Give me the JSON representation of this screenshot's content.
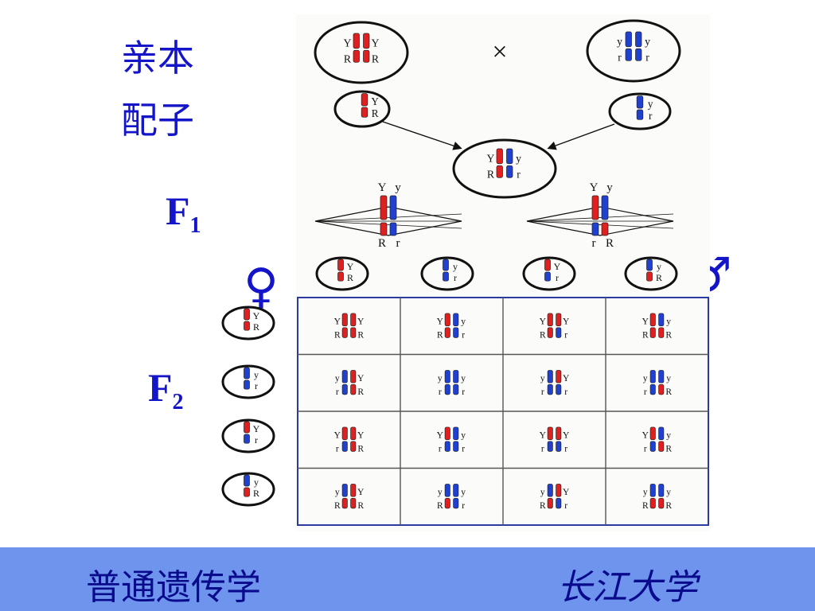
{
  "labels": {
    "parent": "亲本",
    "gamete": "配子",
    "f1_letter": "F",
    "f1_sub": "1",
    "f2_letter": "F",
    "f2_sub": "2",
    "female_symbol": "♀",
    "male_symbol": "♂",
    "cross": "×"
  },
  "footer": {
    "title": "普通遗传学",
    "school": "长江大学"
  },
  "colors": {
    "dominant": "#e02020",
    "recessive": "#2040d0",
    "label_blue": "#1414c8",
    "footer_bg": "#6e94ee"
  },
  "parents": [
    {
      "top": [
        "Y",
        "Y"
      ],
      "bottom": [
        "R",
        "R"
      ],
      "colors": [
        "red",
        "red"
      ]
    },
    {
      "top": [
        "y",
        "y"
      ],
      "bottom": [
        "r",
        "r"
      ],
      "colors": [
        "blue",
        "blue"
      ]
    }
  ],
  "parent_gametes": [
    {
      "top": "Y",
      "bottom": "R",
      "color": "red"
    },
    {
      "top": "y",
      "bottom": "r",
      "color": "blue"
    }
  ],
  "f1": {
    "top": [
      "Y",
      "y"
    ],
    "bottom": [
      "R",
      "r"
    ],
    "colors": [
      "red",
      "blue"
    ]
  },
  "meiosis": [
    {
      "top": [
        "Y",
        "y"
      ],
      "bottom": [
        "R",
        "r"
      ]
    },
    {
      "top": [
        "Y",
        "y"
      ],
      "bottom": [
        "r",
        "R"
      ]
    }
  ],
  "male_gametes": [
    {
      "top": "Y",
      "bottom": "R"
    },
    {
      "top": "y",
      "bottom": "r"
    },
    {
      "top": "Y",
      "bottom": "r"
    },
    {
      "top": "y",
      "bottom": "R"
    }
  ],
  "female_gametes": [
    {
      "top": "Y",
      "bottom": "R"
    },
    {
      "top": "y",
      "bottom": "r"
    },
    {
      "top": "Y",
      "bottom": "r"
    },
    {
      "top": "y",
      "bottom": "R"
    }
  ],
  "f2_grid": [
    [
      {
        "top": [
          "Y",
          "Y"
        ],
        "bottom": [
          "R",
          "R"
        ]
      },
      {
        "top": [
          "Y",
          "y"
        ],
        "bottom": [
          "R",
          "r"
        ]
      },
      {
        "top": [
          "Y",
          "Y"
        ],
        "bottom": [
          "R",
          "r"
        ]
      },
      {
        "top": [
          "Y",
          "y"
        ],
        "bottom": [
          "R",
          "R"
        ]
      }
    ],
    [
      {
        "top": [
          "y",
          "Y"
        ],
        "bottom": [
          "r",
          "R"
        ]
      },
      {
        "top": [
          "y",
          "y"
        ],
        "bottom": [
          "r",
          "r"
        ]
      },
      {
        "top": [
          "y",
          "Y"
        ],
        "bottom": [
          "r",
          "r"
        ]
      },
      {
        "top": [
          "y",
          "y"
        ],
        "bottom": [
          "r",
          "R"
        ]
      }
    ],
    [
      {
        "top": [
          "Y",
          "Y"
        ],
        "bottom": [
          "r",
          "R"
        ]
      },
      {
        "top": [
          "Y",
          "y"
        ],
        "bottom": [
          "r",
          "r"
        ]
      },
      {
        "top": [
          "Y",
          "Y"
        ],
        "bottom": [
          "r",
          "r"
        ]
      },
      {
        "top": [
          "Y",
          "y"
        ],
        "bottom": [
          "r",
          "R"
        ]
      }
    ],
    [
      {
        "top": [
          "y",
          "Y"
        ],
        "bottom": [
          "R",
          "R"
        ]
      },
      {
        "top": [
          "y",
          "y"
        ],
        "bottom": [
          "R",
          "r"
        ]
      },
      {
        "top": [
          "y",
          "Y"
        ],
        "bottom": [
          "R",
          "r"
        ]
      },
      {
        "top": [
          "y",
          "y"
        ],
        "bottom": [
          "R",
          "R"
        ]
      }
    ]
  ]
}
